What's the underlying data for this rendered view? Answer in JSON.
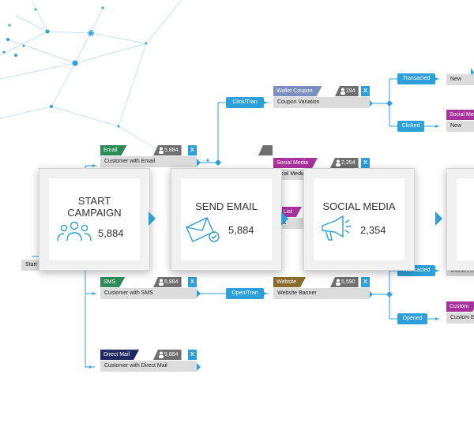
{
  "colors": {
    "accent": "#2e9fd8",
    "email": "#2e8b57",
    "wallet": "#7a8fbf",
    "social": "#a8329b",
    "website": "#8a6b2e",
    "direct_mail": "#1f2a63",
    "custom": "#a8329b"
  },
  "cards": [
    {
      "title_line1": "START",
      "title_line2": "CAMPAIGN",
      "value": "5,884",
      "icon": "users-icon"
    },
    {
      "title_line1": "SEND EMAIL",
      "title_line2": "",
      "value": "5,884",
      "icon": "email-icon"
    },
    {
      "title_line1": "SOCIAL MEDIA",
      "title_line2": "",
      "value": "2,354",
      "icon": "megaphone-icon"
    }
  ],
  "nodes": {
    "email": {
      "tag": "Email",
      "count": "5,884",
      "x": "X",
      "label": "Customer with Email"
    },
    "sms": {
      "tag": "SMS",
      "count": "5,884",
      "x": "X",
      "label": "Customer with SMS"
    },
    "direct_mail": {
      "tag": "Direct Mail",
      "count": "5,884",
      "x": "X",
      "label": "Customer with Direct Mail"
    },
    "wallet_coupon": {
      "tag": "Wallet Coupon",
      "count": "294",
      "x": "X",
      "label": "Coupon Variation"
    },
    "social_media": {
      "tag": "Social Media",
      "count": "2,354",
      "x": "X",
      "label": "ocial Media"
    },
    "website": {
      "tag": "Website",
      "count": "5,590",
      "x": "X",
      "label": "Website Banner"
    },
    "email_list": {
      "tag": "ail List",
      "label": "List"
    },
    "start": {
      "label": "Start"
    },
    "social_new": {
      "tag": "Social Me",
      "label": "New"
    },
    "custom": {
      "tag": "Custom",
      "label": "Custom E"
    },
    "custom_partial": {
      "label": "Custom A"
    }
  },
  "pills": {
    "click_tran": "Click/Tran",
    "open_tran": "Open/Tran",
    "transacted": "Transacted",
    "clicked": "Clicked",
    "transacted2": "Transacted",
    "opened": "Opened"
  },
  "labels": {
    "new_top": "New"
  }
}
